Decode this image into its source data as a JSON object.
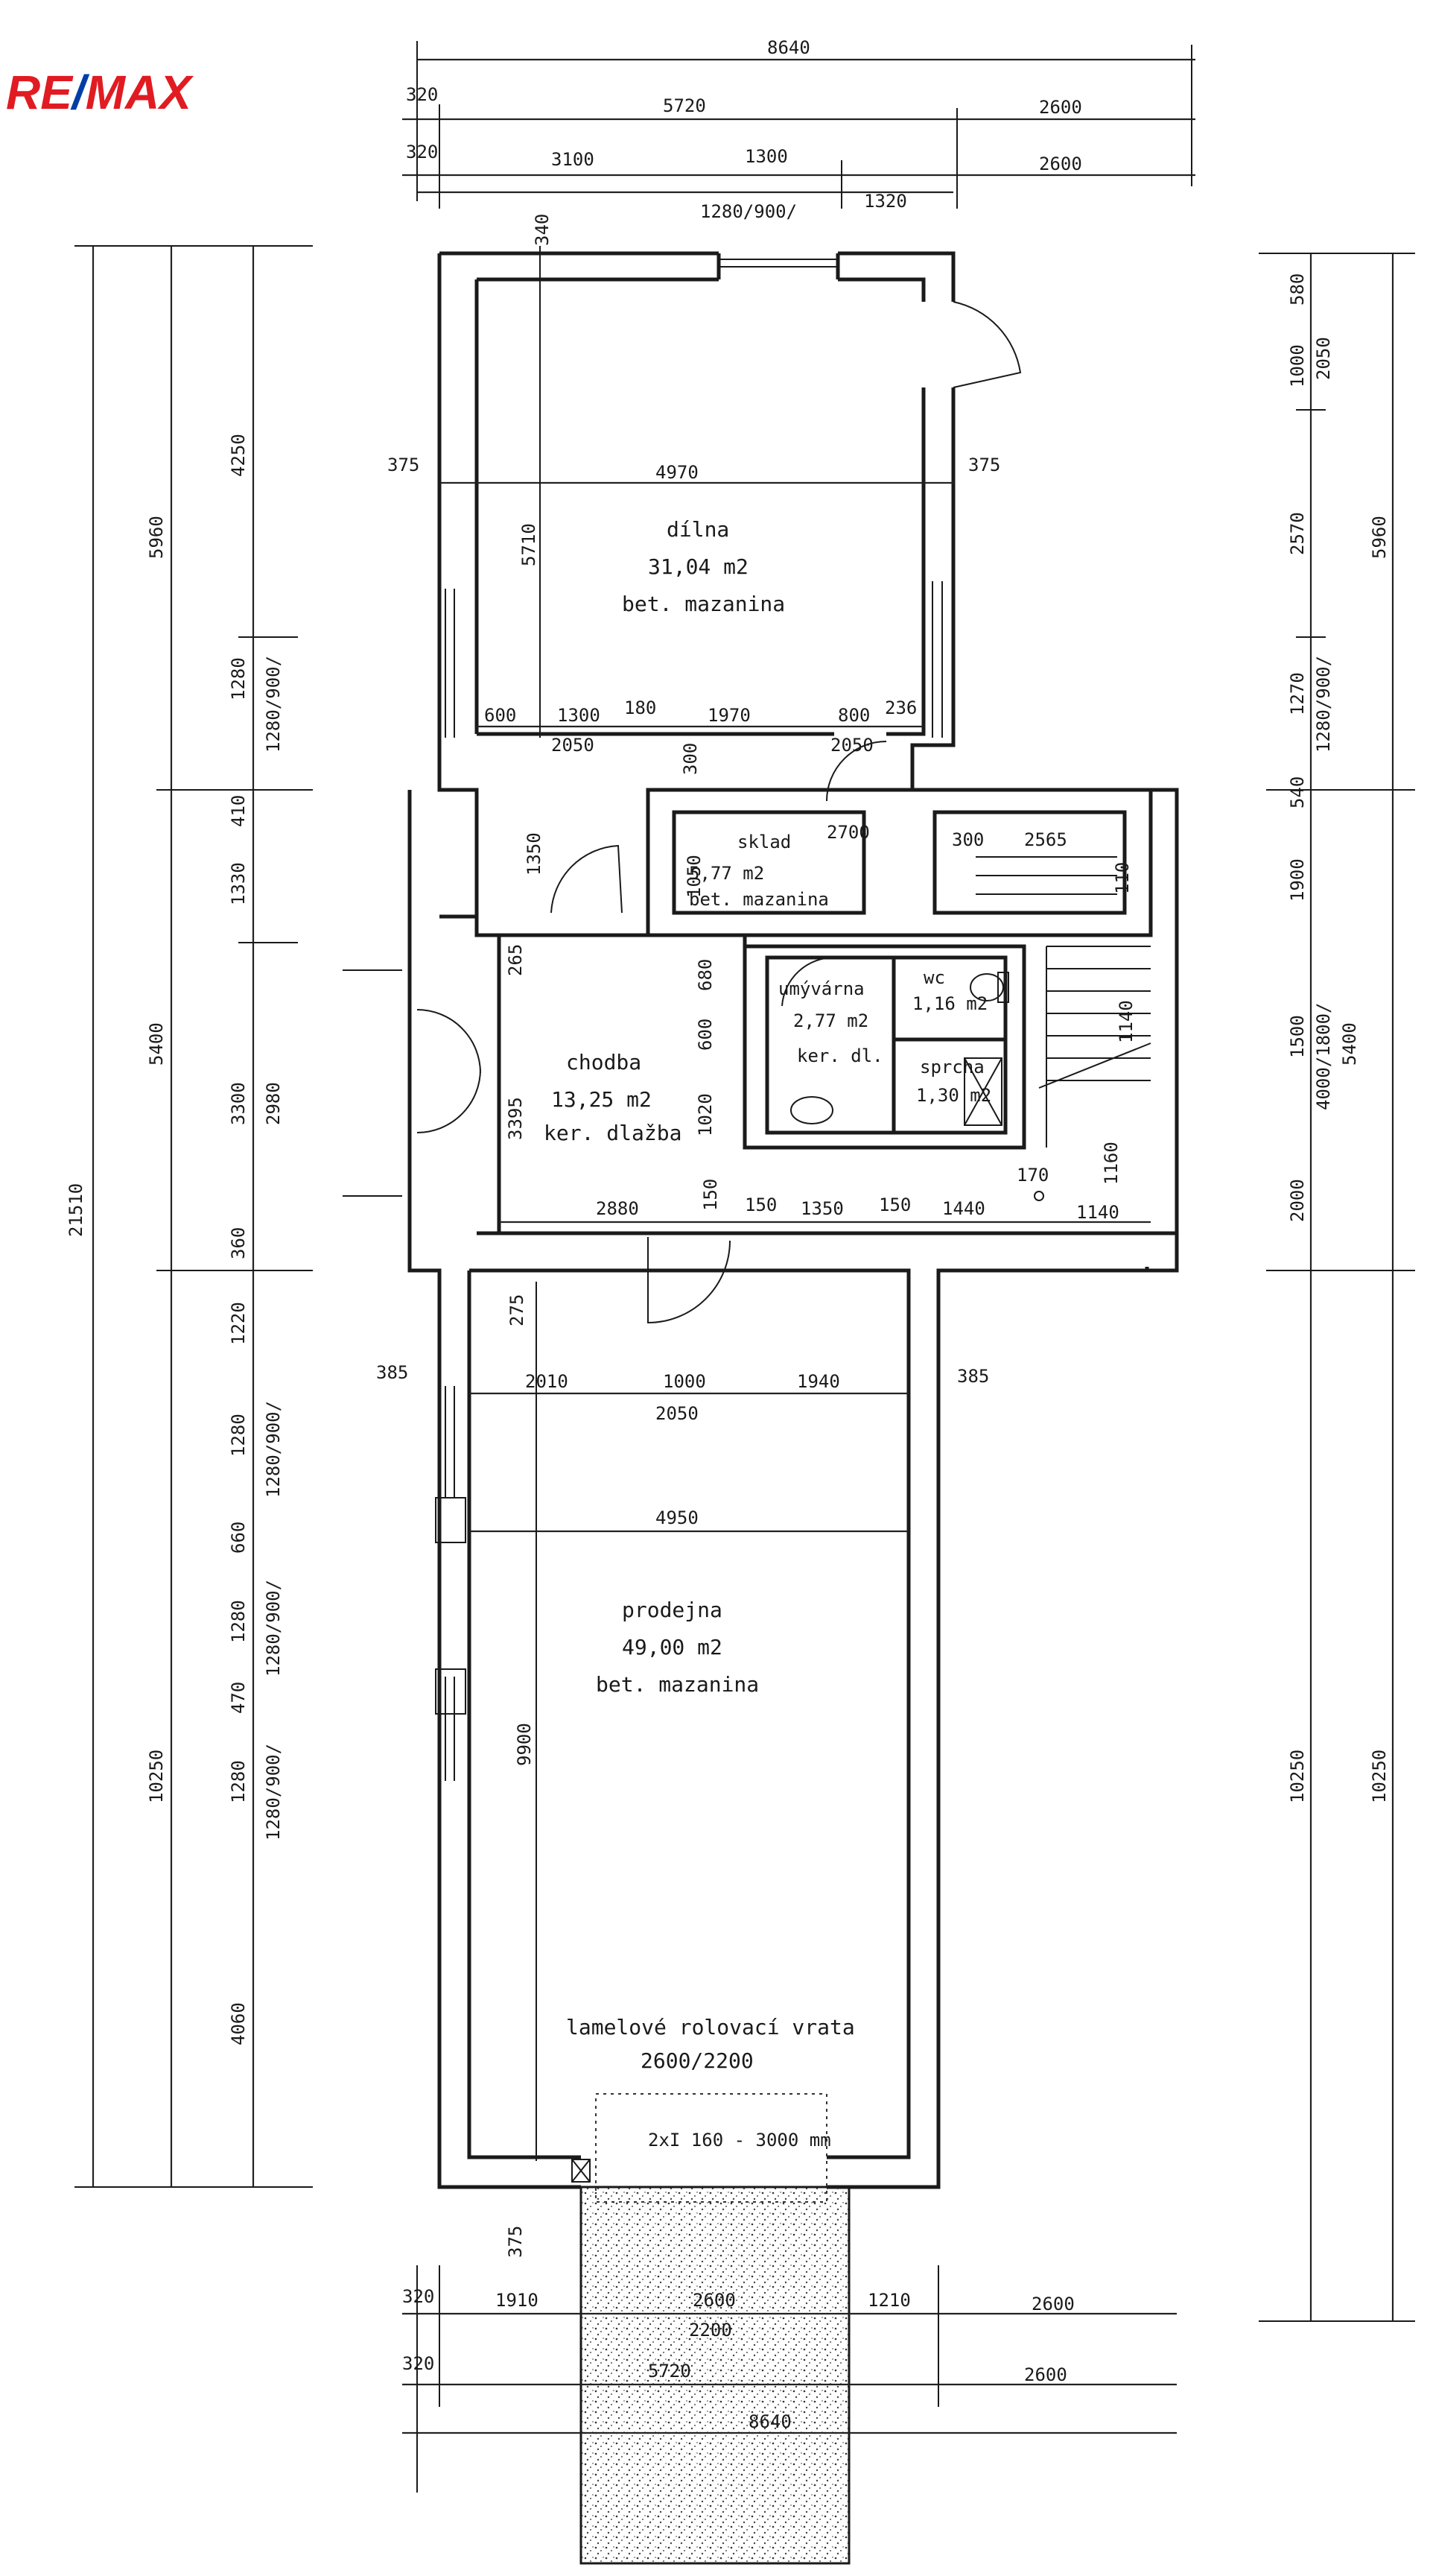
{
  "brand": {
    "logo_text": "RE/MAX",
    "red": "#e11b22",
    "blue": "#003da5"
  },
  "rooms": {
    "dilna": {
      "name": "dílna",
      "area": "31,04 m2",
      "floor": "bet. mazanina"
    },
    "sklad": {
      "name": "sklad",
      "area": "5,77 m2",
      "floor": "bet. mazanina"
    },
    "umyvarna": {
      "name": "umývárna",
      "area": "2,77 m2",
      "floor": "ker. dl."
    },
    "wc": {
      "name": "wc",
      "area": "1,16 m2"
    },
    "sprcha": {
      "name": "sprcha",
      "area": "1,30 m2"
    },
    "chodba": {
      "name": "chodba",
      "area": "13,25 m2",
      "floor": "ker. dlažba"
    },
    "prodejna": {
      "name": "prodejna",
      "area": "49,00 m2",
      "floor": "bet. mazanina"
    }
  },
  "gate": {
    "line1": "lamelové rolovací vrata",
    "line2": "2600/2200"
  },
  "parking": "2xI 160 - 3000 mm",
  "dims": {
    "top_total": "8640",
    "top_320a": "320",
    "top_5720": "5720",
    "top_2600a": "2600",
    "top_320b": "320",
    "top_3100": "3100",
    "top_1300": "1300",
    "top_2600b": "2600",
    "top_win": "1280/900/",
    "top_1320": "1320",
    "top_340": "340",
    "w375l": "375",
    "w375r": "375",
    "w4970": "4970",
    "w5710": "5710",
    "r600": "600",
    "r1300": "1300",
    "r180": "180",
    "r1970": "1970",
    "r800": "800",
    "r236": "236",
    "r2050a": "2050",
    "r2050b": "2050",
    "r300": "300",
    "r1350": "1350",
    "s2700": "2700",
    "s300": "300",
    "s2565": "2565",
    "s1050": "1050",
    "s110": "110",
    "s1140v": "1140",
    "s1160": "1160",
    "c265": "265",
    "c680": "680",
    "c600": "600",
    "c1020": "1020",
    "c3395": "3395",
    "c150a": "150",
    "b2880": "2880",
    "b150a": "150",
    "b1350": "1350",
    "b150b": "150",
    "b1440": "1440",
    "b1140": "1140",
    "b170": "170",
    "p275": "275",
    "p385l": "385",
    "p385r": "385",
    "p2010": "2010",
    "p1000": "1000",
    "p1940": "1940",
    "p2050": "2050",
    "p4950": "4950",
    "p9900": "9900",
    "p375": "375",
    "bot_320a": "320",
    "bot_1910": "1910",
    "bot_2600a": "2600",
    "bot_2200": "2200",
    "bot_1210": "1210",
    "bot_2600b": "2600",
    "bot_320b": "320",
    "bot_5720": "5720",
    "bot_2600c": "2600",
    "bot_8640": "8640",
    "l21510": "21510",
    "l5960": "5960",
    "l5400": "5400",
    "l10250": "10250",
    "l4250": "4250",
    "l1280a": "1280",
    "l410": "410",
    "l1330": "1330",
    "l3300": "3300",
    "l360": "360",
    "l1220": "1220",
    "l1280b": "1280",
    "l660": "660",
    "l1280c": "1280",
    "l470": "470",
    "l1280d": "1280",
    "l4060": "4060",
    "lw1": "1280/900/",
    "lw2": "1280/900/",
    "lw3": "1280/900/",
    "lw4": "1280/900/",
    "l2980": "2980",
    "r580": "580",
    "r1000": "1000",
    "r2050v": "2050",
    "r2570": "2570",
    "r5960": "5960",
    "r1270": "1270",
    "rwin": "1280/900/",
    "r540": "540",
    "r1900": "1900",
    "r1500": "1500",
    "r4000": "4000/1800/",
    "r5400": "5400",
    "r2000": "2000",
    "r10250a": "10250",
    "r10250b": "10250"
  }
}
